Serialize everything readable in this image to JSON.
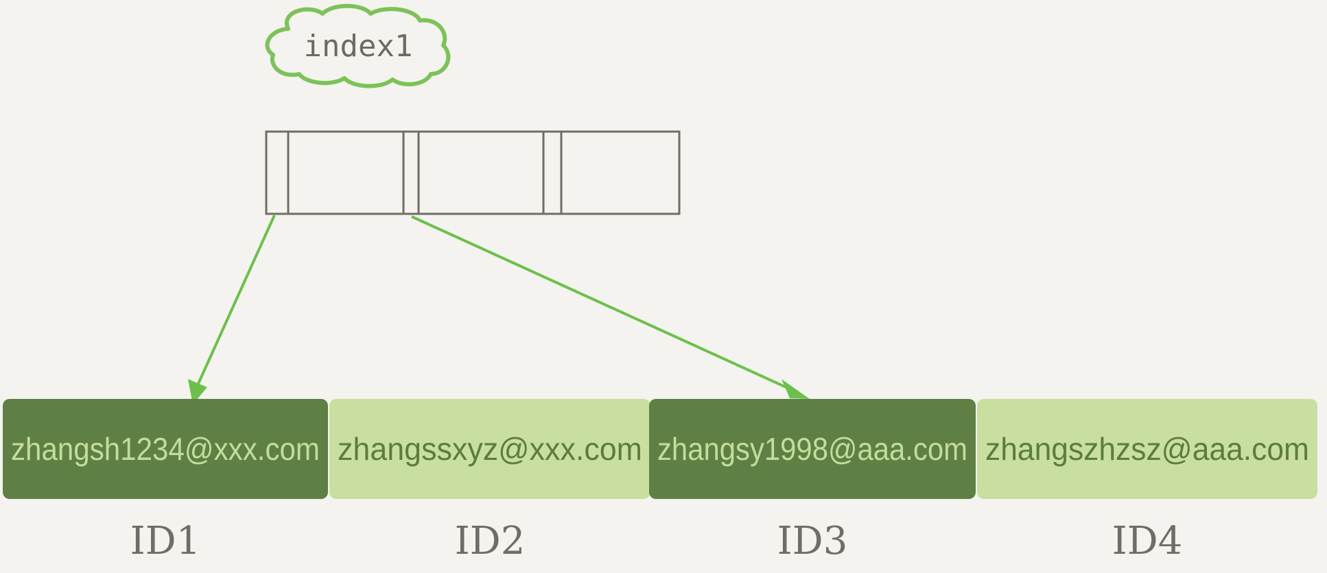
{
  "index": {
    "label": "index1"
  },
  "records": [
    {
      "email": "zhangsh1234@xxx.com",
      "id": "ID1",
      "style": "dark"
    },
    {
      "email": "zhangssxyz@xxx.com",
      "id": "ID2",
      "style": "light"
    },
    {
      "email": "zhangsy1998@aaa.com",
      "id": "ID3",
      "style": "dark"
    },
    {
      "email": "zhangszhzsz@aaa.com",
      "id": "ID4",
      "style": "light"
    }
  ],
  "colors": {
    "background": "#f4f3ef",
    "dark_cell": "#5e8045",
    "dark_cell_text": "#c3dd9a",
    "light_cell": "#c9dfa0",
    "light_cell_text": "#5b7d3f",
    "arrow": "#6cc04a",
    "cloud_outline": "#7cc258",
    "index_box": "#6f6d66",
    "id_text": "#6f6d66"
  }
}
